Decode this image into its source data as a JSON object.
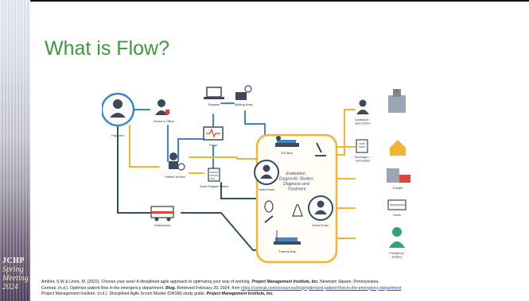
{
  "slide": {
    "title": "What is Flow?",
    "badge": [
      "JCHP",
      "Spring",
      "Meeting",
      "2024"
    ]
  },
  "diagram": {
    "nodes": {
      "payment": "Payment",
      "doctors_office": "Doctor's Office",
      "register": "Register",
      "waiting_area": "Waiting Area",
      "triage": "Triage",
      "patient_arrives": "Patient Arrives",
      "quick_register": "Quick Register Patient",
      "ambulance": "Ambulance",
      "ed_bed": "ED Bed",
      "nurse_exam": "Nurse Exam",
      "evaluation": "Evaluation, Diagnostic Studies Diagnosis and Treatment",
      "doctor_exam": "Doctor Exam",
      "trauma_bay": "Trauma Bay",
      "admission": "Admission / Bed Control",
      "discharge": "Discharge + Instructions",
      "transfer": "Transfer",
      "death": "Death",
      "emergency_surgery": "Emergency Surgery"
    },
    "colors": {
      "blue_flow": "#3e86c8",
      "yellow_flow": "#f2b531",
      "navy_flow": "#2f4f6f",
      "ed_box": "#f2b531",
      "icon_dark": "#3c4a5c",
      "icon_accent": "#e0453a"
    }
  },
  "references": {
    "line1_a": "Ambler, S.W & Lines, M. (2022). Choose your wow! A disciplined agile approach to optimizing your way of working.",
    "line1_em": "Project Management Institute, Inc.",
    "line1_b": "Newtown Square, Pennsylvania.",
    "line2_a": "Centrak. (n.d.). Optimize patient flow in the emergency department.",
    "line2_em": "Blog.",
    "line2_b": "Retrieved February 20, 2024, from",
    "line2_link": "https://centrak.com/resources/blog/optimized-patient-flow-in-the-emergency-department",
    "line3_a": "Project Management Institute. (n.d.). Disciplined Agile Scrum Master (DASM) study guide.",
    "line3_em": "Project Management Institute, Inc."
  }
}
